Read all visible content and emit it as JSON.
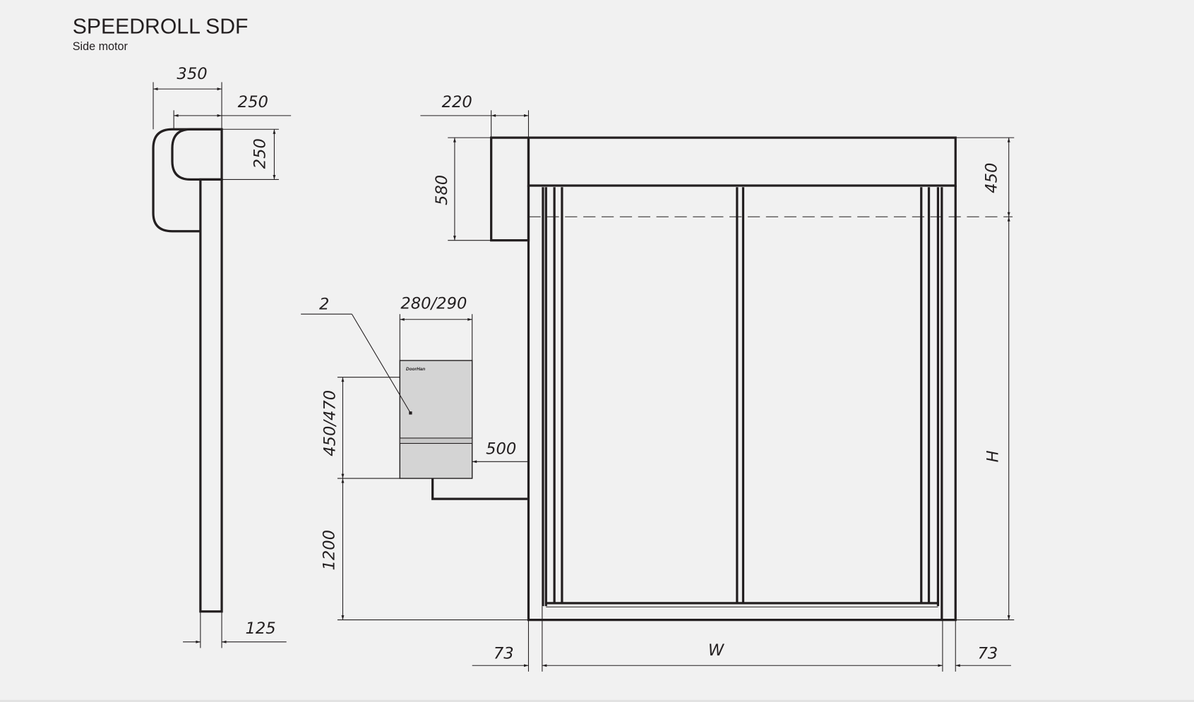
{
  "title": "SPEEDROLL SDF",
  "subtitle": "Side motor",
  "side_view": {
    "dim_depth_total": "350",
    "dim_hood_depth": "250",
    "dim_hood_height": "250",
    "dim_rail": "125"
  },
  "front_view": {
    "dim_motor_width": "220",
    "dim_motor_height": "580",
    "dim_hood_height": "450",
    "dim_height": "H",
    "dim_width": "W",
    "dim_left_post": "73",
    "dim_right_post": "73"
  },
  "control_box": {
    "callout": "2",
    "dim_width": "280/290",
    "dim_height": "450/470",
    "dim_mount_height": "1200",
    "dim_distance": "500",
    "logo_text": "DoorHan"
  },
  "colors": {
    "line": "#231f20",
    "background": "#f1f1f1",
    "control_box": "#d4d4d4"
  }
}
